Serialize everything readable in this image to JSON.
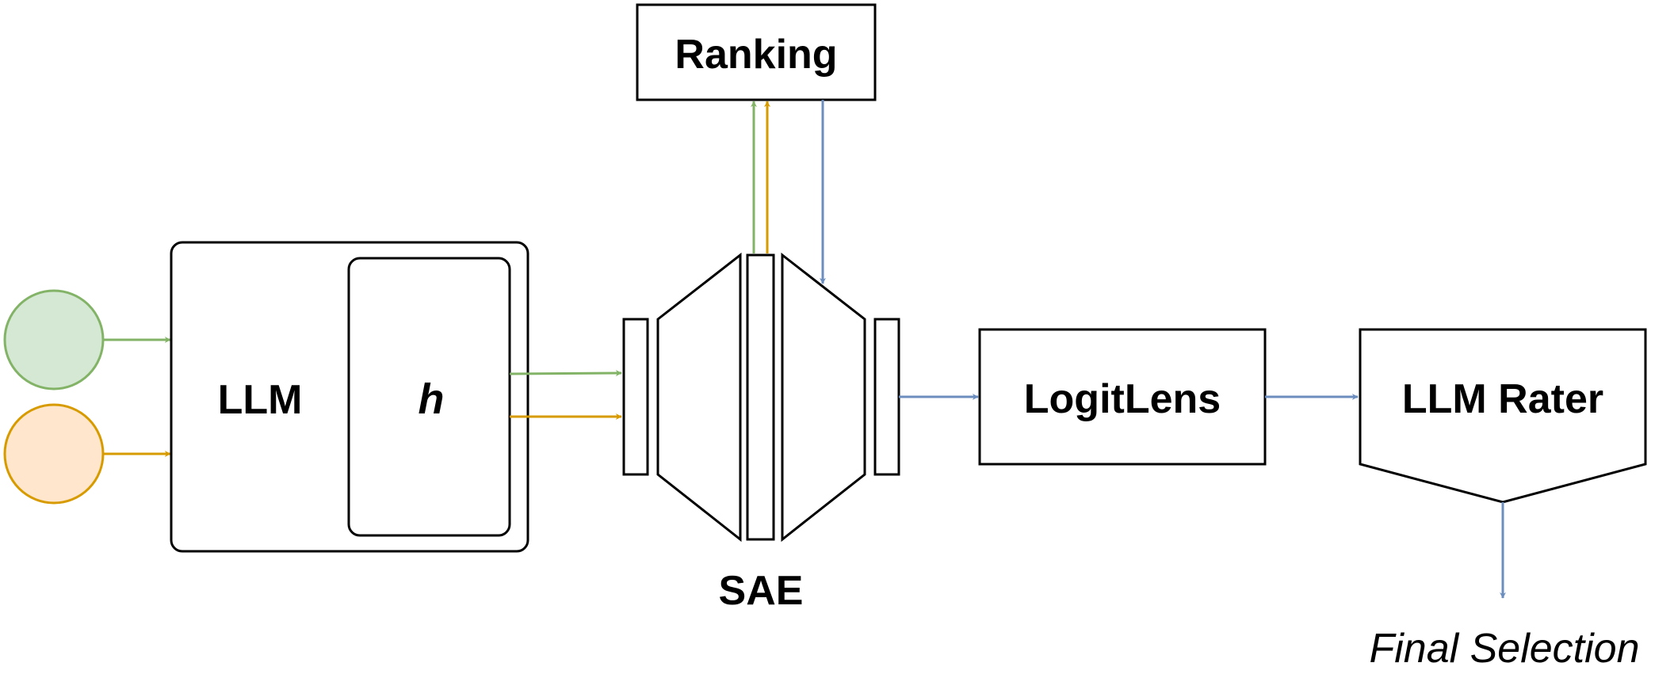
{
  "labels": {
    "ranking": "Ranking",
    "llm": "LLM",
    "hidden": "h",
    "sae": "SAE",
    "logitlens": "LogitLens",
    "rater": "LLM Rater",
    "final": "Final Selection"
  },
  "colors": {
    "green_stroke": "#82b366",
    "green_fill": "#d5e8d4",
    "orange_stroke": "#d79b00",
    "orange_fill": "#ffe6cc",
    "blue": "#6c8ebf",
    "black": "#000000"
  }
}
